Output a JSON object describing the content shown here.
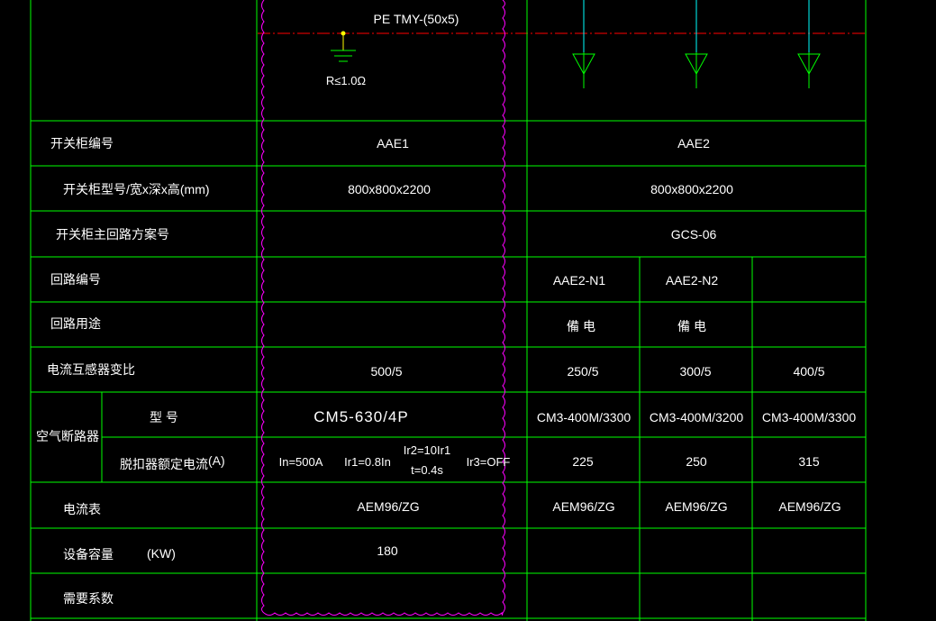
{
  "colors": {
    "background": "#000000",
    "grid": "#00ff00",
    "text": "#ffffff",
    "revision_cloud": "#ff00ff",
    "pe_bus": "#ff0000",
    "feeder_arrow": "#00ff00",
    "feeder_riser": "#00ffff",
    "ground_symbol": "#ffff00"
  },
  "header": {
    "pe_bus_label": "PE   TMY-(50x5)",
    "grounding_resistance": "R≤1.0Ω"
  },
  "rows": {
    "cabinet_no": "开关柜编号",
    "cabinet_model": "开关柜型号/宽x深x高(mm)",
    "main_circuit_scheme": "开关柜主回路方案号",
    "circuit_no": "回路编号",
    "circuit_use": "回路用途",
    "ct_ratio": "电流互感器变比",
    "breaker": "空气断路器",
    "breaker_model": "型      号",
    "trip_current": "脱扣器额定电流",
    "trip_current_unit": "(A)",
    "ammeter": "电流表",
    "capacity": "设备容量",
    "capacity_unit": "(KW)",
    "demand_factor": "需要系数"
  },
  "aae1": {
    "cabinet_no": "AAE1",
    "dimensions": "800x800x2200",
    "ct_ratio": "500/5",
    "breaker_model": "CM5-630/4P",
    "trip_in": "In=500A",
    "trip_ir1": "Ir1=0.8In",
    "trip_ir2": "Ir2=10Ir1",
    "trip_t": "t=0.4s",
    "trip_ir3": "Ir3=OFF",
    "ammeter": "AEM96/ZG",
    "capacity": "180"
  },
  "aae2": {
    "cabinet_no": "AAE2",
    "dimensions": "800x800x2200",
    "scheme": "GCS-06",
    "circuits": [
      {
        "no": "AAE2-N1",
        "use": "備  电",
        "ct_ratio": "250/5",
        "breaker_model": "CM3-400M/3300",
        "trip_current": "225",
        "ammeter": "AEM96/ZG"
      },
      {
        "no": "AAE2-N2",
        "use": "備  电",
        "ct_ratio": "300/5",
        "breaker_model": "CM3-400M/3200",
        "trip_current": "250",
        "ammeter": "AEM96/ZG"
      },
      {
        "no": "",
        "use": "",
        "ct_ratio": "400/5",
        "breaker_model": "CM3-400M/3300",
        "trip_current": "315",
        "ammeter": "AEM96/ZG"
      }
    ]
  }
}
